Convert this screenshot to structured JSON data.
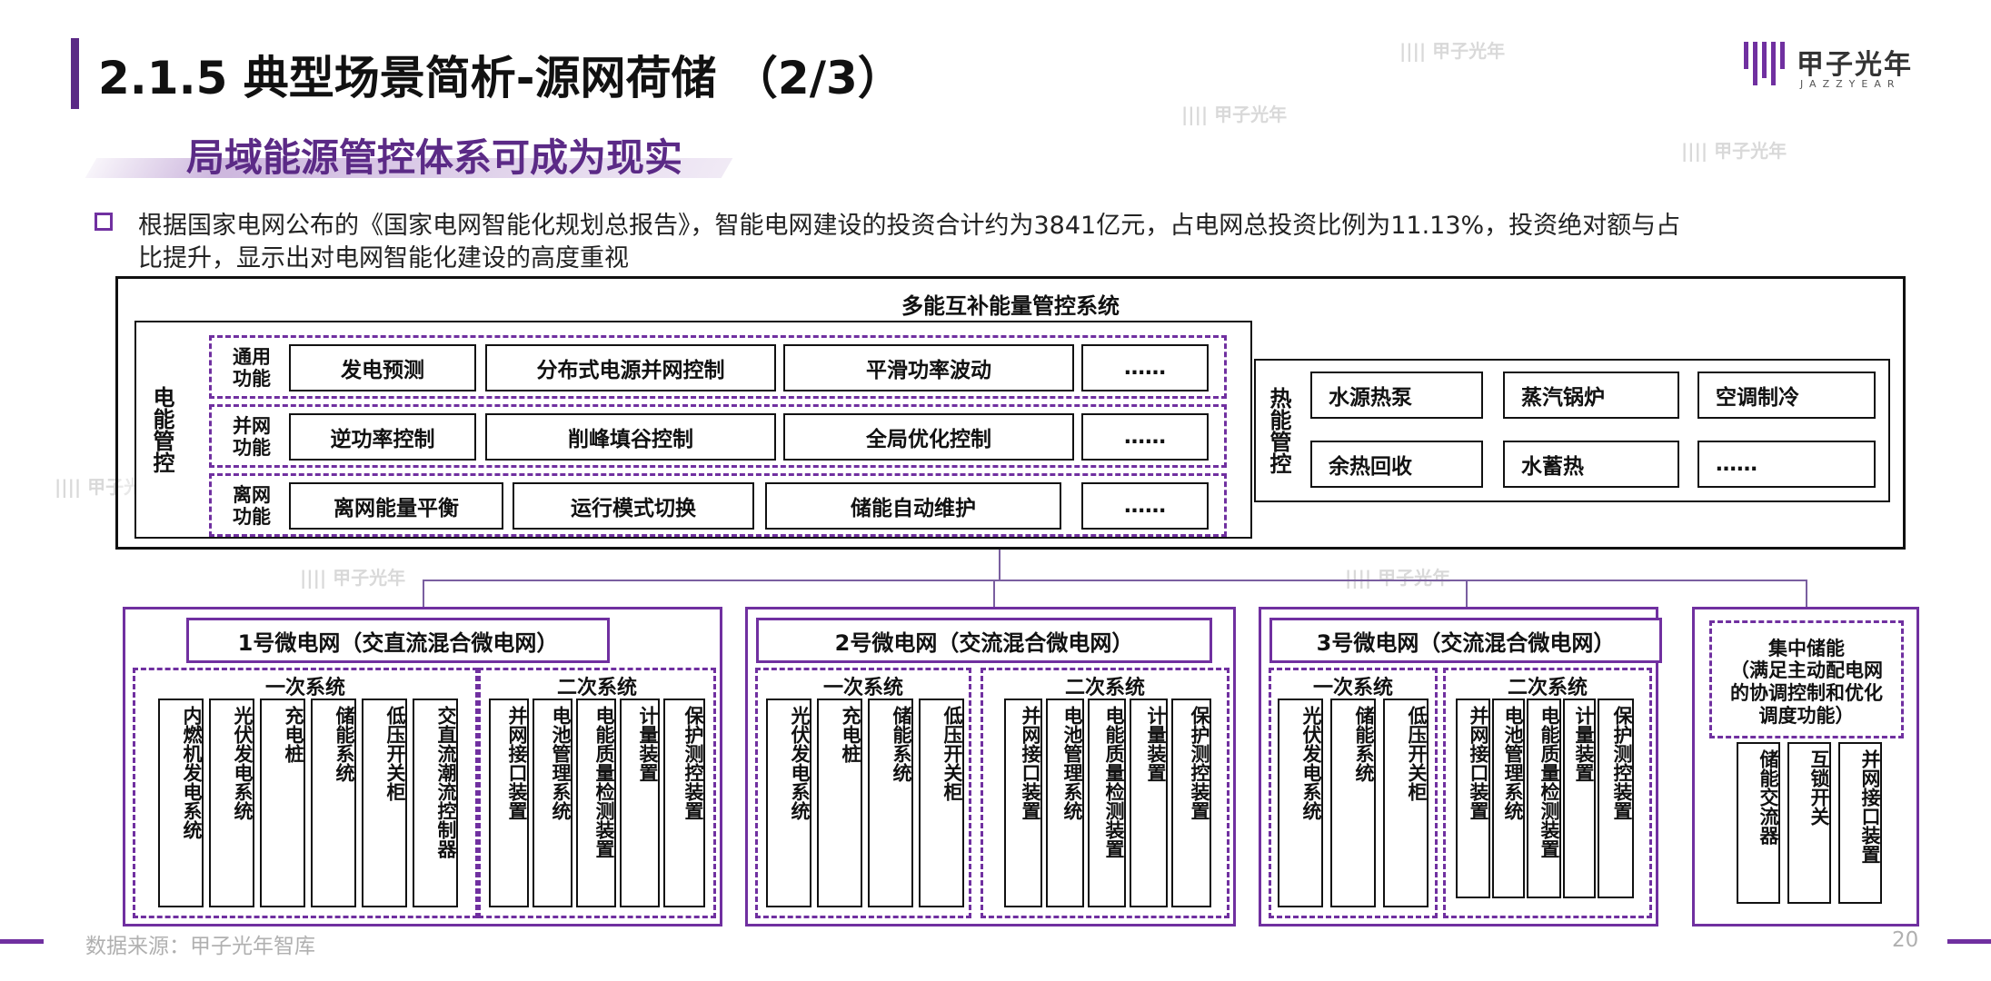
{
  "header": {
    "title": "2.1.5 典型场景简析-源网荷储 （2/3）",
    "subtitle": "局域能源管控体系可成为现实",
    "logo_cn": "甲子光年",
    "logo_en": "JAZZYEAR"
  },
  "bullet": {
    "line1": "根据国家电网公布的《国家电网智能化规划总报告》，智能电网建设的投资合计约为3841亿元，占电网总投资比例为11.13%，投资绝对额与占",
    "line2": "比提升，显示出对电网智能化建设的高度重视"
  },
  "top_system": {
    "title": "多能互补能量管控系统",
    "power_label": "电能管控",
    "rows": [
      {
        "label": "通用功能",
        "items": [
          "发电预测",
          "分布式电源并网控制",
          "平滑功率波动",
          "……"
        ]
      },
      {
        "label": "并网功能",
        "items": [
          "逆功率控制",
          "削峰填谷控制",
          "全局优化控制",
          "……"
        ]
      },
      {
        "label": "离网功能",
        "items": [
          "离网能量平衡",
          "运行模式切换",
          "储能自动维护",
          "……"
        ]
      }
    ],
    "heat_label": "热能管控",
    "heat_items": [
      "水源热泵",
      "蒸汽锅炉",
      "空调制冷",
      "余热回收",
      "水蓄热",
      "……"
    ]
  },
  "grids": [
    {
      "title": "1号微电网（交直流混合微电网）",
      "primary_label": "一次系统",
      "primary": [
        "内燃机发电系统",
        "光伏发电系统",
        "充电桩",
        "储能系统",
        "低压开关柜",
        "交直流潮流控制器"
      ],
      "secondary_label": "二次系统",
      "secondary": [
        "并网接口装置",
        "电池管理系统",
        "电能质量检测装置",
        "计量装置",
        "保护测控装置"
      ]
    },
    {
      "title": "2号微电网（交流混合微电网）",
      "primary_label": "一次系统",
      "primary": [
        "光伏发电系统",
        "充电桩",
        "储能系统",
        "低压开关柜"
      ],
      "secondary_label": "二次系统",
      "secondary": [
        "并网接口装置",
        "电池管理系统",
        "电能质量检测装置",
        "计量装置",
        "保护测控装置"
      ]
    },
    {
      "title": "3号微电网（交流混合微电网）",
      "primary_label": "一次系统",
      "primary": [
        "光伏发电系统",
        "储能系统",
        "低压开关柜"
      ],
      "secondary_label": "二次系统",
      "secondary": [
        "并网接口装置",
        "电池管理系统",
        "电能质量检测装置",
        "计量装置",
        "保护测控装置"
      ]
    }
  ],
  "storage": {
    "title": "集中储能",
    "desc": "（满足主动配电网的协调控制和优化调度功能）",
    "items": [
      "储能交流器",
      "互锁开关",
      "并网接口装置"
    ]
  },
  "footer": {
    "source": "数据来源：甲子光年智库",
    "page": "20"
  },
  "colors": {
    "accent": "#7030a0",
    "title_bar": "#5b2a86"
  }
}
